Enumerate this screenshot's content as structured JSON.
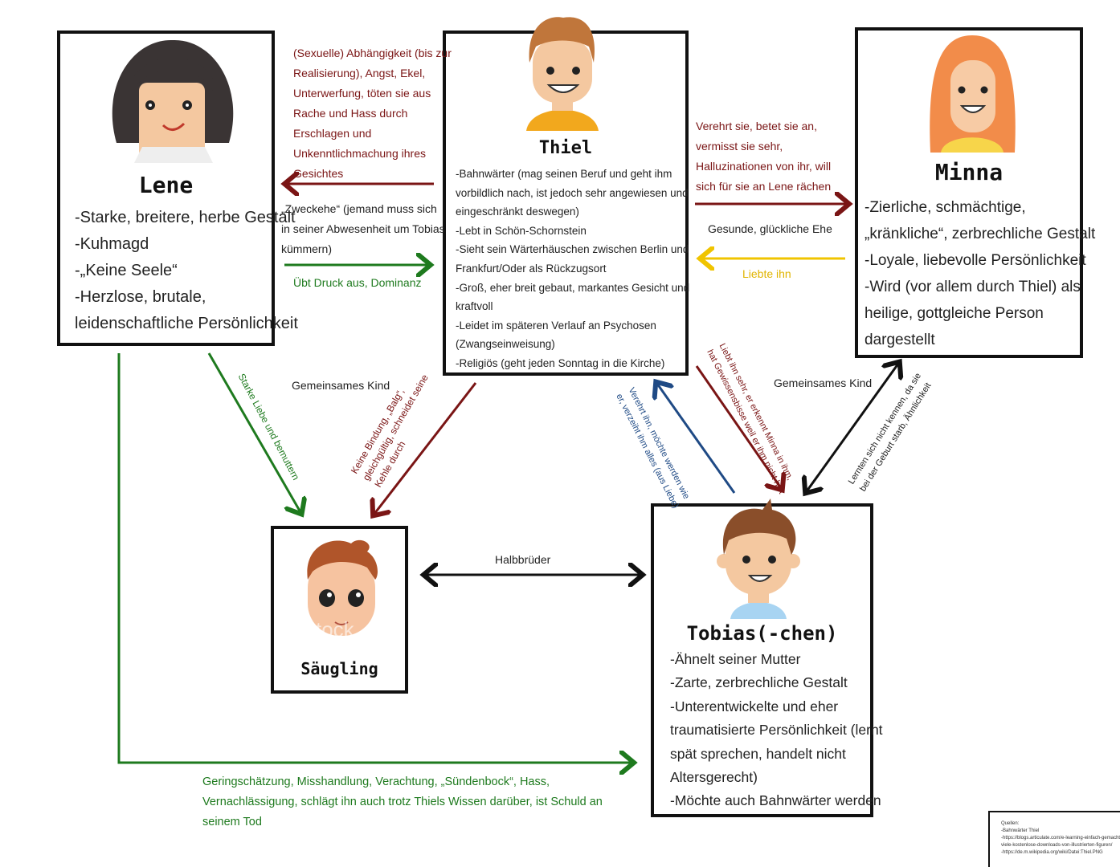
{
  "lene": {
    "name": "Lene",
    "traits": [
      "-Starke, breitere, herbe Gestalt",
      "-Kuhmagd",
      "-„Keine Seele“",
      "-Herzlose, brutale,",
      "leidenschaftliche Persönlichkeit"
    ]
  },
  "thiel": {
    "name": "Thiel",
    "traits": [
      "-Bahnwärter (mag seinen Beruf und geht ihm",
      "vorbildlich nach, ist jedoch sehr angewiesen und",
      "eingeschränkt deswegen)",
      "-Lebt in Schön-Schornstein",
      "-Sieht sein Wärterhäuschen zwischen Berlin und",
      "Frankfurt/Oder als Rückzugsort",
      "-Groß, eher breit gebaut, markantes Gesicht und",
      "kraftvoll",
      "-Leidet im späteren Verlauf an Psychosen",
      "(Zwangseinweisung)",
      "-Religiös (geht jeden Sonntag in die Kirche)"
    ]
  },
  "minna": {
    "name": "Minna",
    "traits": [
      "-Zierliche, schmächtige,",
      "„kränkliche“, zerbrechliche Gestalt",
      "-Loyale, liebevolle Persönlichkeit",
      "-Wird (vor allem durch Thiel) als",
      "heilige, gottgleiche Person",
      "dargestellt"
    ]
  },
  "saeugling": {
    "name": "Säugling",
    "watermark": "tock"
  },
  "tobias": {
    "name": "Tobias(-chen)",
    "traits": [
      "-Ähnelt seiner Mutter",
      "-Zarte, zerbrechliche Gestalt",
      "-Unterentwickelte und eher",
      "traumatisierte Persönlichkeit (lernt",
      "spät sprechen, handelt nicht",
      "Altersgerecht)",
      "-Möchte auch Bahnwärter werden"
    ]
  },
  "relations": {
    "thiel_lene": [
      "(Sexuelle) Abhängigkeit (bis zur",
      "Realisierung), Angst, Ekel,",
      "Unterwerfung, töten sie aus",
      "Rache und Hass durch",
      "Erschlagen und",
      "Unkenntlichmachung ihres",
      "Gesichtes"
    ],
    "lene_thiel_1": [
      "„Zweckehe“ (jemand muss sich",
      "in seiner Abwesenheit um Tobias",
      "kümmern)"
    ],
    "lene_thiel_2": "Übt Druck aus, Dominanz",
    "thiel_minna": [
      "Verehrt sie, betet sie an,",
      "vermisst sie sehr,",
      "Halluzinationen von ihr, will",
      "sich für sie an Lene rächen"
    ],
    "thiel_minna_marriage": "Gesunde, glückliche Ehe",
    "minna_thiel": "Liebte ihn",
    "common_child_1": "Gemeinsames Kind",
    "common_child_2": "Gemeinsames Kind",
    "lene_saeugling": "Starke Liebe und bemuttern",
    "thiel_saeugling": [
      "Keine Bindung, „Balg“,",
      "gleichgültig, schneidet seine",
      "Kehle durch"
    ],
    "tobias_thiel": [
      "Verehrt ihn, möchte werden wie",
      "er, verzeiht ihm alles (aus Liebe)"
    ],
    "thiel_tobias": [
      "Liebt ihn sehr, er erkennt Minna in ihm,",
      "hat Gewissensbisse weil er ihm nicht hilft"
    ],
    "minna_tobias": [
      "Lernten sich nicht kennen, da sie",
      "bei der Geburt starb, Ähnlichkeit"
    ],
    "halfbrothers": "Halbbrüder",
    "lene_tobias": [
      "Geringschätzung, Misshandlung, Verachtung, „Sündenbock“, Hass,",
      "Vernachlässigung, schlägt ihn auch trotz Thiels Wissen darüber, ist Schuld an",
      "seinem Tod"
    ]
  },
  "sources": [
    "Quellen:",
    "-Bahnwärter Thiel",
    "-https://blogs.articulate.com/e-learning-einfach-gemacht/",
    "viele-kostenlose-downloads-von-illustrierten-figuren/",
    "-https://de.m.wikipedia.org/wiki/Datei:Thiel.PNG"
  ],
  "colors": {
    "dark_red": "#7a1515",
    "green": "#1e7a1e",
    "yellow": "#f0c400",
    "blue": "#1f4a85",
    "black": "#111111"
  }
}
